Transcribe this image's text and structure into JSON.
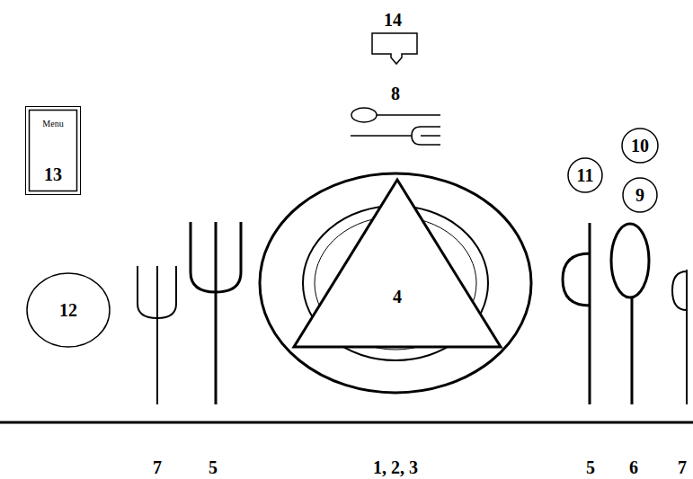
{
  "diagram": {
    "nodes": [
      {
        "text": [
          "Menu",
          "13"
        ]
      },
      {
        "text": [
          "4"
        ]
      },
      {
        "text": [
          "11"
        ]
      },
      {
        "text": [
          "10"
        ]
      },
      {
        "text": [
          "9"
        ]
      },
      {
        "text": [
          "12"
        ]
      }
    ],
    "labels": [
      "14",
      "8",
      "7",
      "5",
      "1, 2, 3",
      "5",
      "6",
      "7"
    ]
  }
}
